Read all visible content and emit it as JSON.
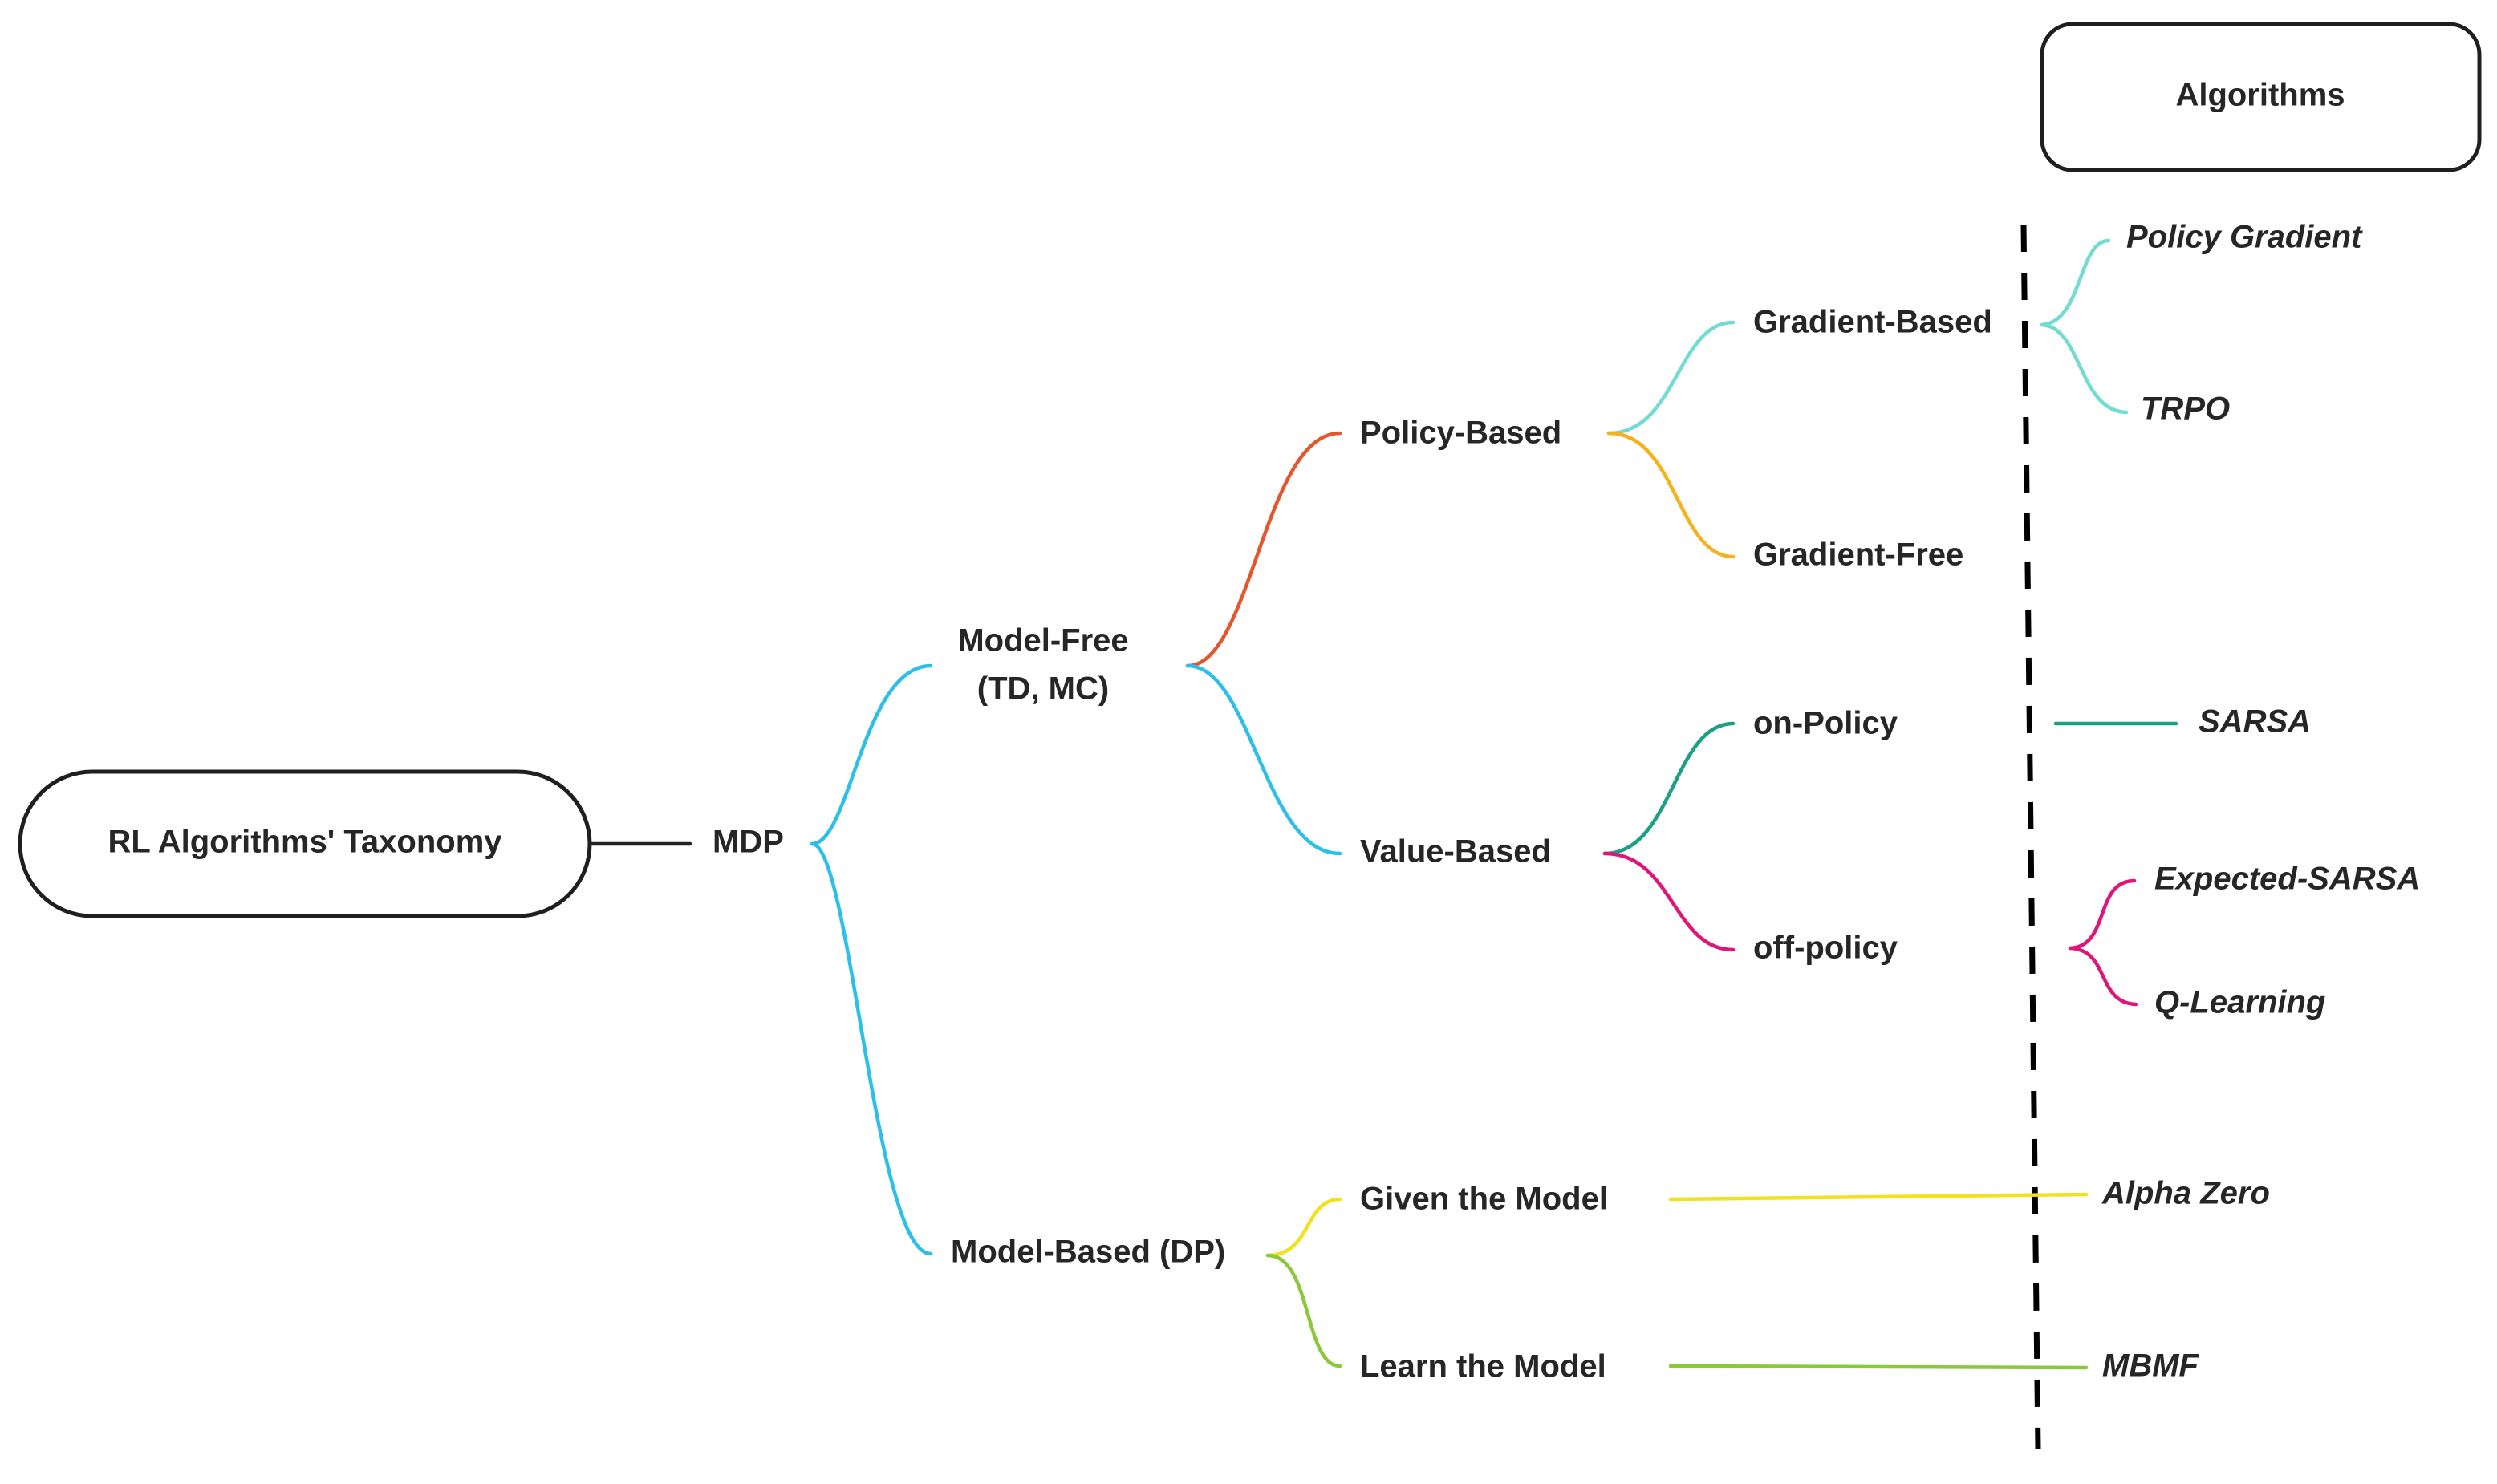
{
  "root": {
    "label": "RL Algorithms' Taxonomy"
  },
  "header": {
    "label": "Algorithms"
  },
  "nodes": {
    "mdp": "MDP",
    "model_free_line1": "Model-Free",
    "model_free_line2": "(TD, MC)",
    "model_based": "Model-Based (DP)",
    "policy_based": "Policy-Based",
    "value_based": "Value-Based",
    "gradient_based": "Gradient-Based",
    "gradient_free": "Gradient-Free",
    "on_policy": "on-Policy",
    "off_policy": "off-policy",
    "given_model": "Given the Model",
    "learn_model": "Learn the Model"
  },
  "algorithms": {
    "policy_gradient": "Policy Gradient",
    "trpo": "TRPO",
    "sarsa": "SARSA",
    "expected_sarsa": "Expected-SARSA",
    "q_learning": "Q-Learning",
    "alpha_zero": "Alpha Zero",
    "mbmf": "MBMF"
  },
  "colors": {
    "root_link": "#222222",
    "model_branch": "#2cc0e8",
    "policy_branch": "#e4572e",
    "gradient_based": "#72dcd2",
    "gradient_free": "#f5b21a",
    "on_policy": "#1aa084",
    "off_policy": "#e0157a",
    "given_model": "#f2e21e",
    "learn_model": "#8cc83c"
  }
}
